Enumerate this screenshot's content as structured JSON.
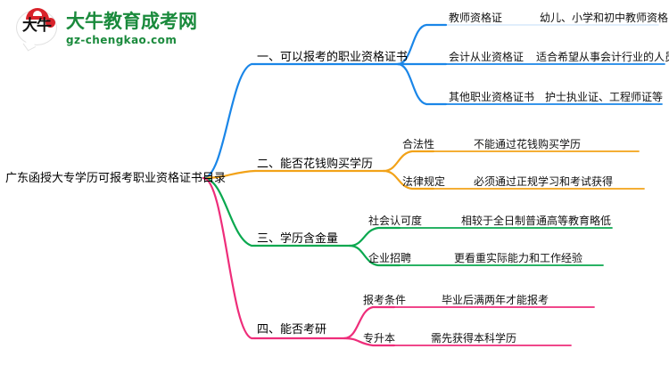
{
  "logo": {
    "mark_text": "大牛",
    "title": "大牛教育成考网",
    "subtitle": "gz-chengkao.com",
    "brand_green": "#1a8a3c",
    "brand_red": "#d9232b"
  },
  "mindmap": {
    "root": {
      "label": "广东函授大专学历可报考职业资格证书目录"
    },
    "branches": [
      {
        "label": "一、可以报考的职业资格证书",
        "color": "#1a86e8",
        "children": [
          {
            "label": "教师资格证",
            "detail": "幼儿、小学和初中教师资格"
          },
          {
            "label": "会计从业资格证",
            "detail": "适合希望从事会计行业的人员"
          },
          {
            "label": "其他职业资格证书",
            "detail": "护士执业证、工程师证等"
          }
        ]
      },
      {
        "label": "二、能否花钱购买学历",
        "color": "#f2a218",
        "children": [
          {
            "label": "合法性",
            "detail": "不能通过花钱购买学历"
          },
          {
            "label": "法律规定",
            "detail": "必须通过正规学习和考试获得"
          }
        ]
      },
      {
        "label": "三、学历含金量",
        "color": "#0aa84f",
        "children": [
          {
            "label": "社会认可度",
            "detail": "相较于全日制普通高等教育略低"
          },
          {
            "label": "企业招聘",
            "detail": "更看重实际能力和工作经验"
          }
        ]
      },
      {
        "label": "四、能否考研",
        "color": "#ee2d7a",
        "children": [
          {
            "label": "报考条件",
            "detail": "毕业后满两年才能报考"
          },
          {
            "label": "专升本",
            "detail": "需先获得本科学历"
          }
        ]
      }
    ]
  }
}
